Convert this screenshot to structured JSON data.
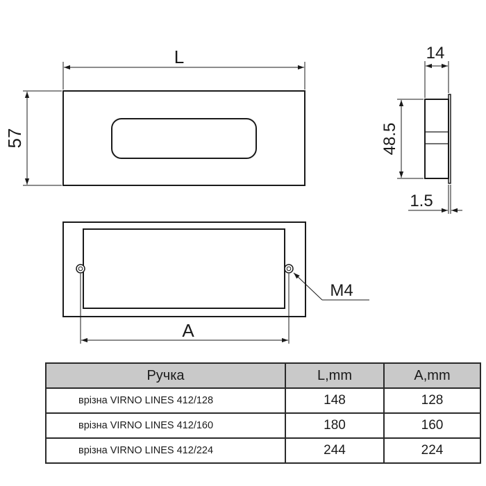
{
  "dimensions": {
    "length": "L",
    "height": "57",
    "depth": "14",
    "inner_height": "48.5",
    "flange": "1.5",
    "screw": "M4",
    "spacing": "A"
  },
  "table": {
    "headers": [
      "Ручка",
      "L,mm",
      "A,mm"
    ],
    "rows": [
      {
        "name": "врізна VIRNO LINES 412/128",
        "L": "148",
        "A": "128"
      },
      {
        "name": "врізна VIRNO LINES 412/160",
        "L": "180",
        "A": "160"
      },
      {
        "name": "врізна VIRNO LINES 412/224",
        "L": "244",
        "A": "224"
      }
    ]
  },
  "colors": {
    "line": "#1a1a1a",
    "header_bg": "#c9c9c9"
  }
}
